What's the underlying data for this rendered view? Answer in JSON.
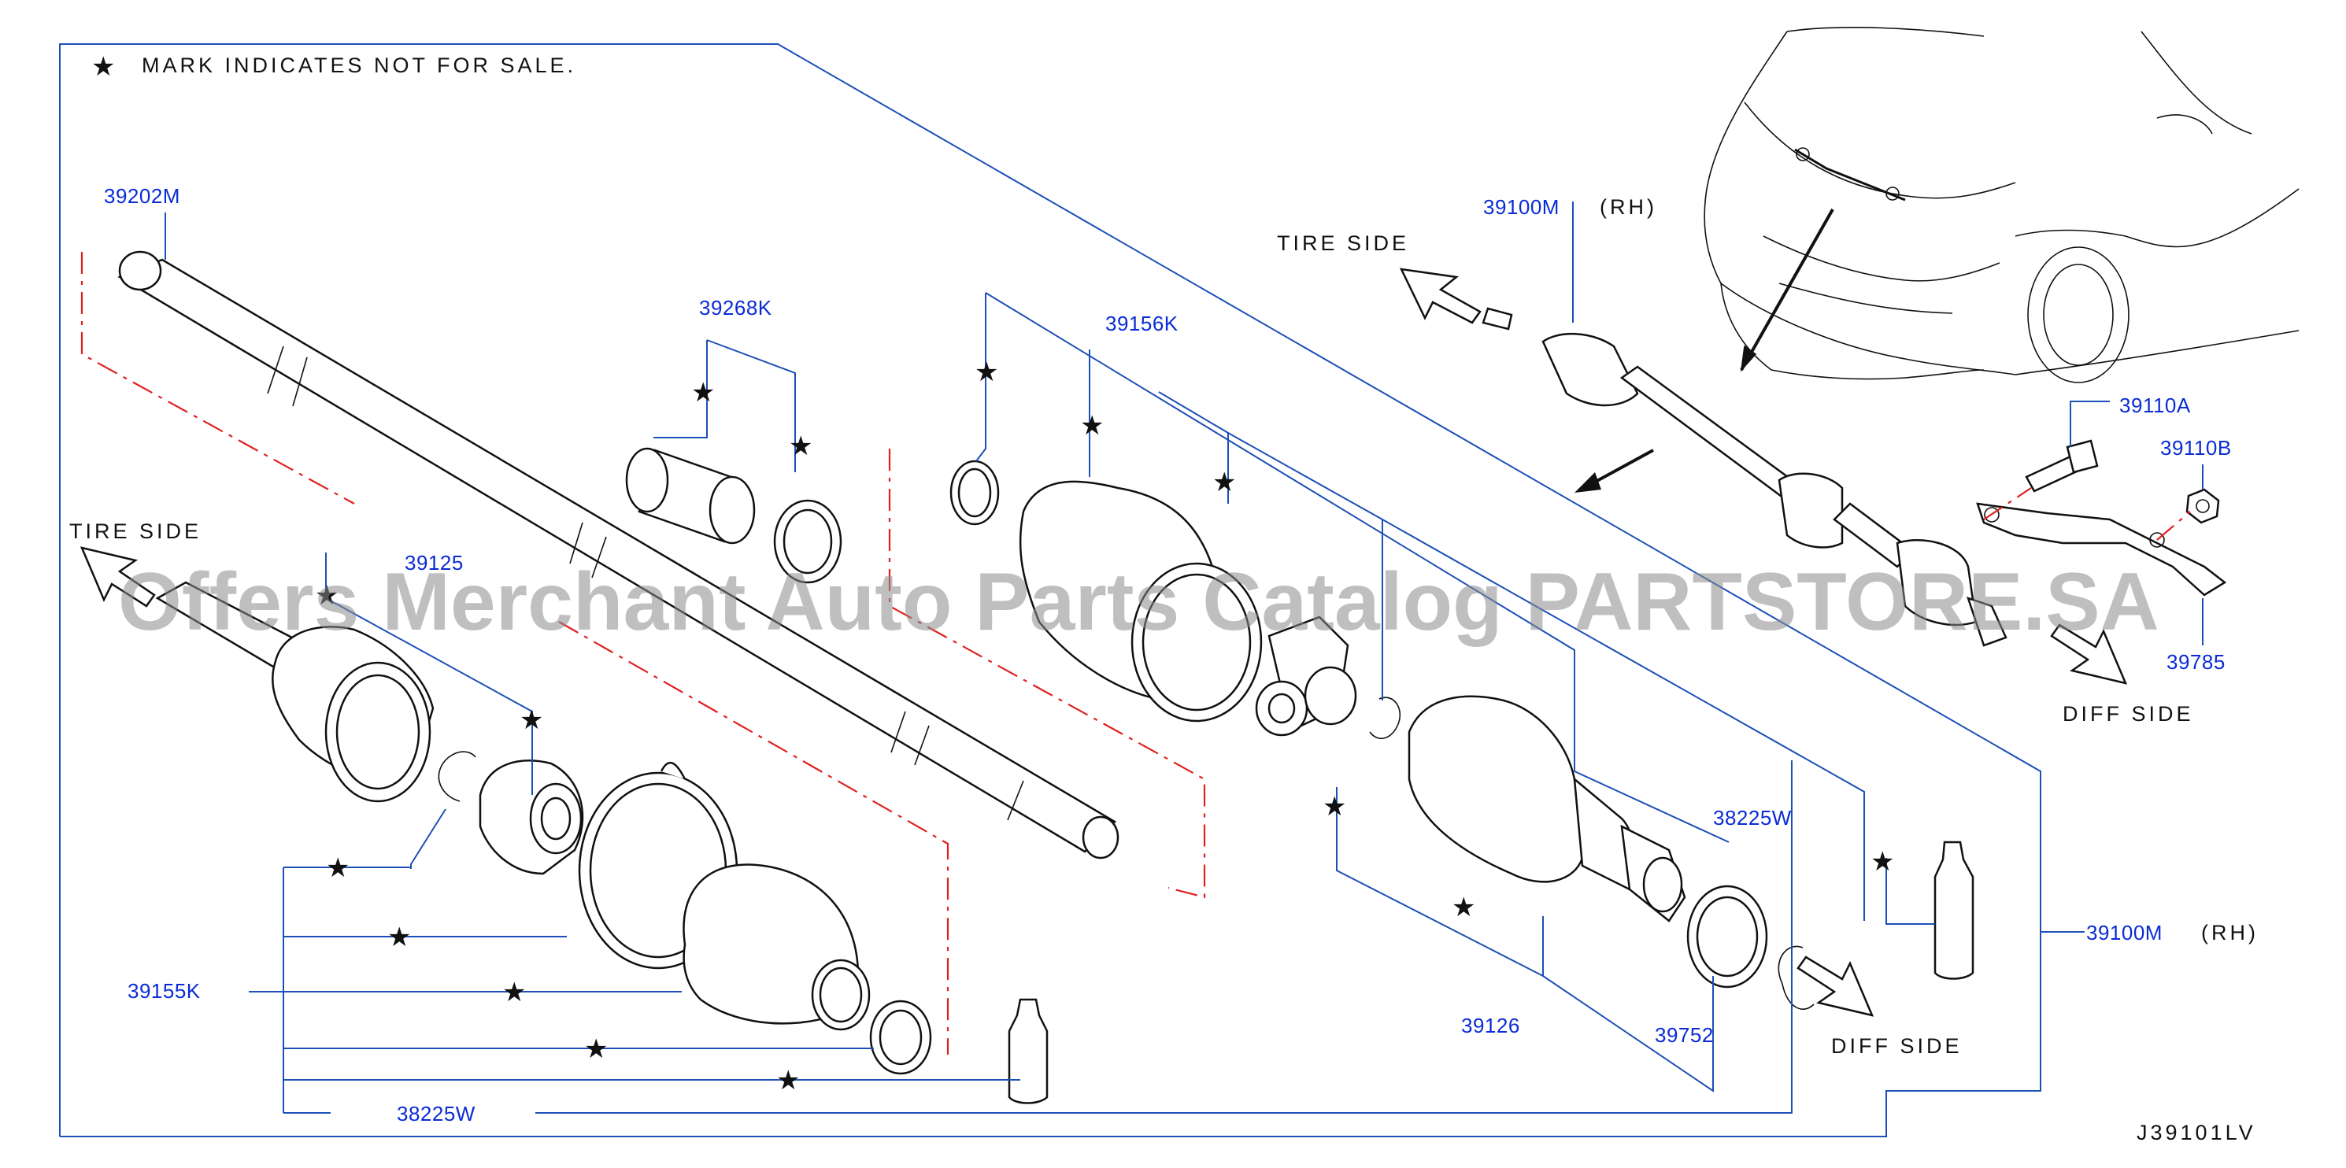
{
  "legend": {
    "text": "MARK  INDICATES  NOT  FOR  SALE."
  },
  "parts": {
    "p39202M": "39202M",
    "p39268K": "39268K",
    "p39156K": "39156K",
    "p39100M_top": "39100M",
    "p39100M_top_side": "(RH)",
    "p39110A": "39110A",
    "p39110B": "39110B",
    "p39785": "39785",
    "p39125": "39125",
    "p39155K": "39155K",
    "p38225W_bottom": "38225W",
    "p38225W_right": "38225W",
    "p39126": "39126",
    "p39752": "39752",
    "p39100M_right": "39100M",
    "p39100M_right_side": "(RH)"
  },
  "directions": {
    "tire_side_top": "TIRE  SIDE",
    "tire_side_left": "TIRE  SIDE",
    "diff_side_top": "DIFF  SIDE",
    "diff_side_bottom": "DIFF  SIDE"
  },
  "diagram_code": "J39101LV",
  "watermark": "Offers Merchant Auto Parts Catalog PARTSTORE.SA",
  "colors": {
    "callout_text": "#0a2bd6",
    "leader_line": "#1d4fb8",
    "dash_line": "#e02020",
    "ink": "#111111"
  },
  "icons": {
    "not_for_sale_mark": "black-star",
    "direction_arrow": "hollow-arrow"
  }
}
